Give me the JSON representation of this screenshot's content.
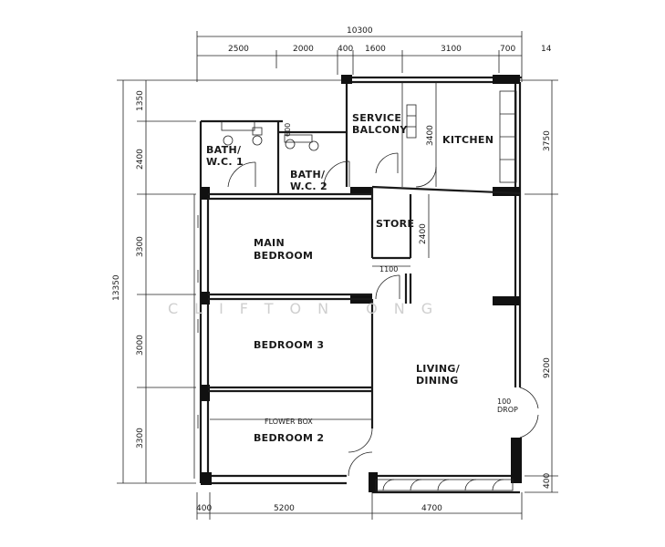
{
  "page_number": "14",
  "watermark": "CLIFTON ONG",
  "dimensions": {
    "overall_width": "10300",
    "top": [
      "2500",
      "2000",
      "400",
      "1600",
      "3100",
      "700"
    ],
    "bottom": [
      "400",
      "5200",
      "4700"
    ],
    "left_total": "13350",
    "left": [
      "1350",
      "2400",
      "3300",
      "3000",
      "3300"
    ],
    "right": [
      "3750",
      "9200",
      "400"
    ],
    "wc2_depth": "600",
    "service_balcony_depth": "3400",
    "store_depth": "2400",
    "store_width": "1100"
  },
  "rooms": {
    "bath1": [
      "BATH/",
      "W.C. 1"
    ],
    "bath2": [
      "BATH/",
      "W.C. 2"
    ],
    "service_balcony": [
      "SERVICE",
      "BALCONY"
    ],
    "kitchen": "KITCHEN",
    "store": "STORE",
    "main_bedroom": [
      "MAIN",
      "BEDROOM"
    ],
    "bedroom3": "BEDROOM 3",
    "bedroom2": "BEDROOM 2",
    "living_dining": [
      "LIVING/",
      "DINING"
    ]
  },
  "labels": {
    "flower_box": "FLOWER BOX",
    "drop": [
      "100",
      "DROP"
    ]
  }
}
